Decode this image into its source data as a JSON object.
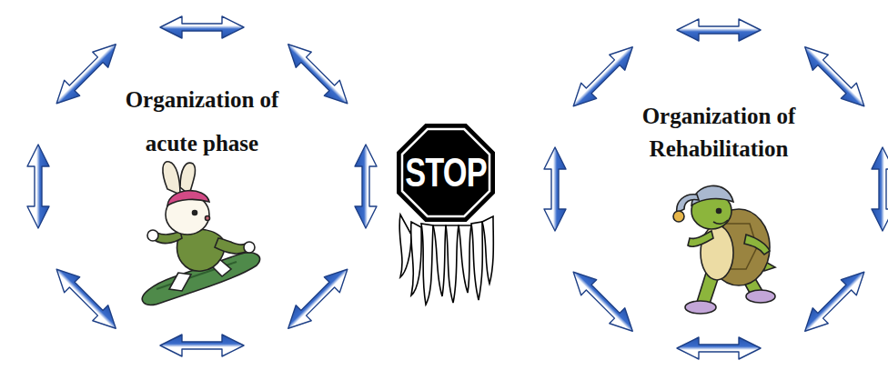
{
  "diagram": {
    "nodes": [
      {
        "text": [
          "Organization of acute phase"
        ]
      },
      {
        "text": [
          "STOP"
        ]
      },
      {
        "text": [
          "Organization of Rehabilitation"
        ]
      }
    ]
  }
}
